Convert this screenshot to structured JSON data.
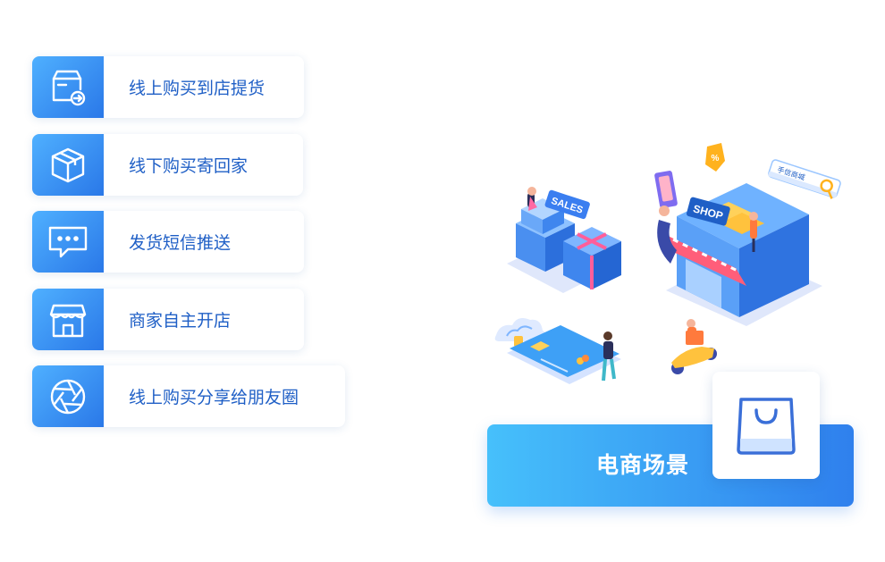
{
  "features": [
    {
      "label": "线上购买到店提货",
      "icon": "box-arrow-icon"
    },
    {
      "label": "线下购买寄回家",
      "icon": "package-icon"
    },
    {
      "label": "发货短信推送",
      "icon": "message-icon"
    },
    {
      "label": "商家自主开店",
      "icon": "storefront-icon"
    },
    {
      "label": "线上购买分享给朋友圈",
      "icon": "aperture-icon"
    }
  ],
  "illustration": {
    "sales_sign": "SALES",
    "shop_sign": "SHOP",
    "search_bar_text": "手信商城",
    "discount_symbol": "%"
  },
  "banner": {
    "title": "电商场景",
    "icon": "shopping-bag-icon"
  },
  "colors": {
    "accent": "#2f80ed",
    "accent_light": "#46c0fb",
    "text_blue": "#1f5fc6"
  }
}
